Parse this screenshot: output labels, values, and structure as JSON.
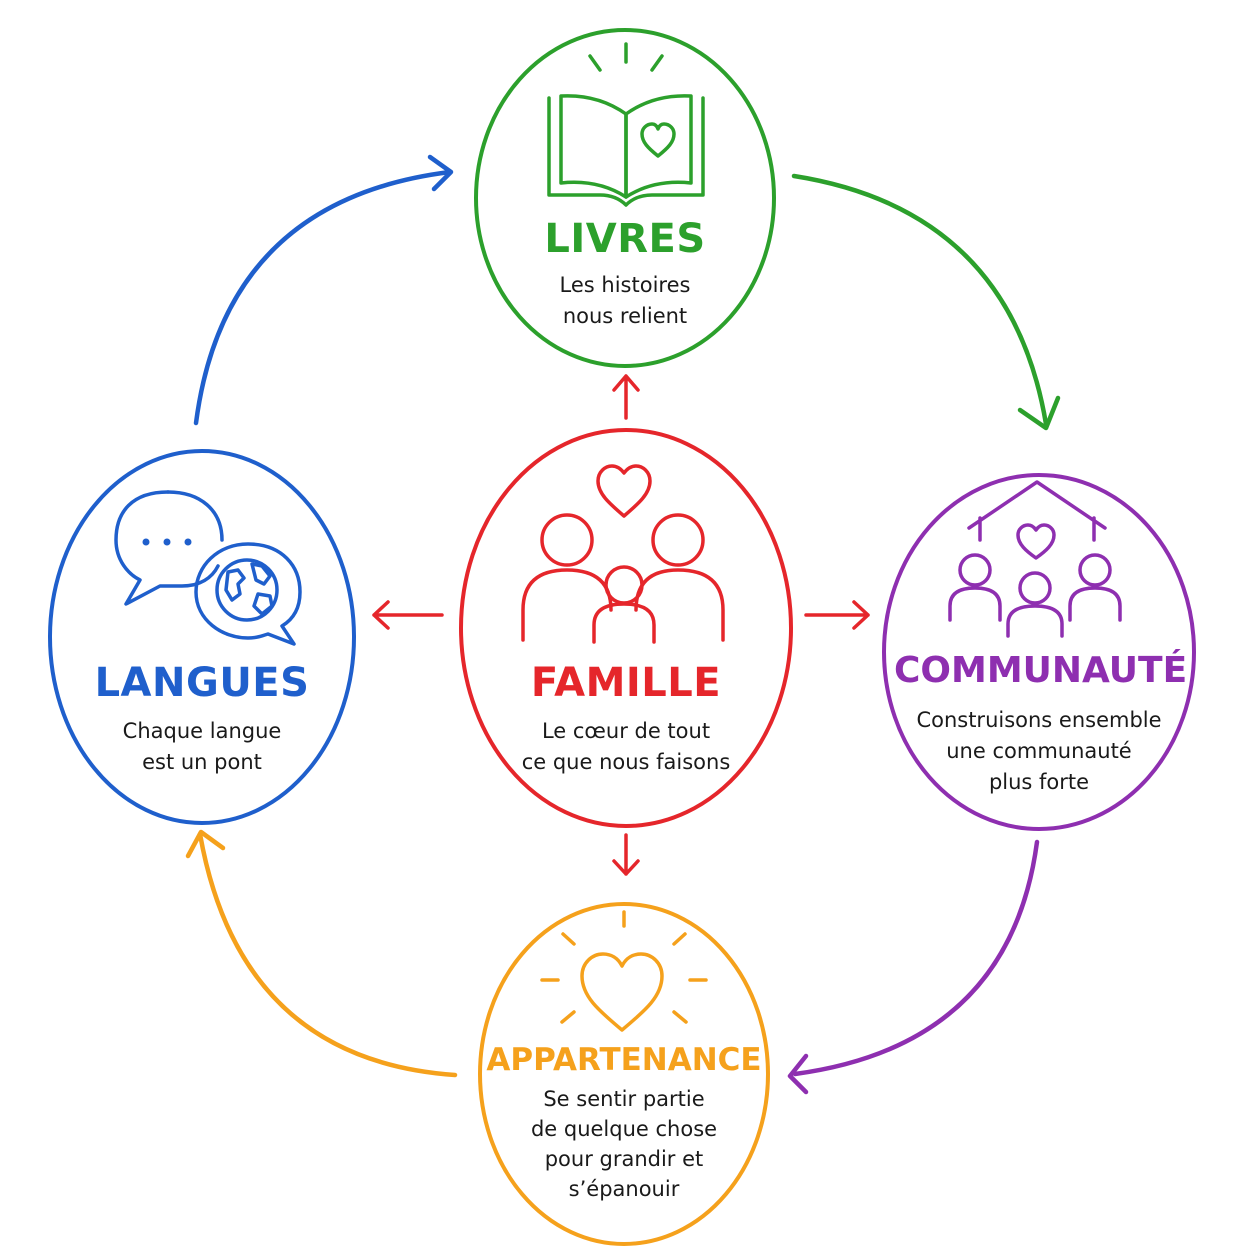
{
  "colors": {
    "famille": "#e5262b",
    "livres": "#2ca02c",
    "communaute": "#8e2fb0",
    "appartenance": "#f5a11c",
    "langues": "#1f5fcc"
  },
  "nodes": {
    "famille": {
      "title": "FAMILLE",
      "lines": [
        "Le cœur de tout",
        "ce que nous faisons"
      ],
      "icon": "family-heart-icon"
    },
    "livres": {
      "title": "LIVRES",
      "lines": [
        "Les histoires",
        "nous relient"
      ],
      "icon": "open-book-heart-icon"
    },
    "communaute": {
      "title": "COMMUNAUTÉ",
      "lines": [
        "Construisons ensemble",
        "une communauté",
        "plus forte"
      ],
      "icon": "community-house-icon"
    },
    "appartenance": {
      "title": "APPARTENANCE",
      "lines": [
        "Se sentir partie",
        "de quelque chose",
        "pour grandir et",
        "s’épanouir"
      ],
      "icon": "radiant-heart-icon"
    },
    "langues": {
      "title": "LANGUES",
      "lines": [
        "Chaque langue",
        "est un pont"
      ],
      "icon": "speech-globe-icon"
    }
  }
}
